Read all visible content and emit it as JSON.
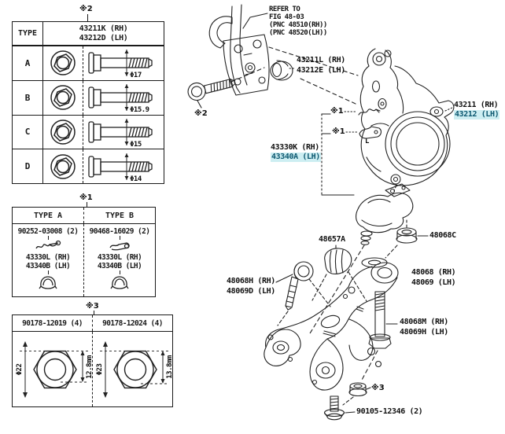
{
  "diagram": {
    "marks": {
      "m1": "※1",
      "m2": "※2",
      "m3": "※3",
      "l_mark": "L"
    },
    "ref_note": {
      "line1": "REFER TO",
      "line2": "FIG 48-03",
      "line3": "(PNC 48510(RH))",
      "line4": "(PNC 48520(LH))"
    },
    "labels": {
      "cap_rh": "43211L (RH)",
      "cap_lh": "43212E (LH)",
      "knuckle_rh": "43211 (RH)",
      "knuckle_lh": "43212 (LH)",
      "balljoint_rh": "43330K (RH)",
      "balljoint_lh": "43340A (LH)",
      "cushion": "48657A",
      "nut": "48068C",
      "arm_rh": "48068 (RH)",
      "arm_lh": "48069 (LH)",
      "bolt_front_rh": "48068H (RH)",
      "bolt_front_lh": "48069D (LH)",
      "bolt_rear_rh": "48068M (RH)",
      "bolt_rear_lh": "48069H (LH)",
      "set_bolt": "90105-12346 (2)"
    },
    "highlight": {
      "bg": "#cdeef2",
      "fg": "#0c5870"
    }
  },
  "table_bolts": {
    "mark": "※2",
    "type_header": "TYPE",
    "part_rh": "43211K (RH)",
    "part_lh": "43212D (LH)",
    "rows": [
      {
        "type": "A",
        "dia": "Φ17"
      },
      {
        "type": "B",
        "dia": "Φ15.9"
      },
      {
        "type": "C",
        "dia": "Φ15"
      },
      {
        "type": "D",
        "dia": "Φ14"
      }
    ]
  },
  "table_types": {
    "mark": "※1",
    "columns": [
      {
        "header": "TYPE A",
        "clip_part": "90252-03008 (2)",
        "part_rh": "43330L (RH)",
        "part_lh": "43340B (LH)"
      },
      {
        "header": "TYPE B",
        "clip_part": "90468-16029 (2)",
        "part_rh": "43330L (RH)",
        "part_lh": "43340B (LH)"
      }
    ]
  },
  "table_nuts": {
    "mark": "※3",
    "columns": [
      {
        "header": "90178-12019 (4)",
        "dia": "Φ22",
        "depth": "12.8mm"
      },
      {
        "header": "90178-12024 (4)",
        "dia": "Φ23",
        "depth": "13.8mm"
      }
    ]
  }
}
